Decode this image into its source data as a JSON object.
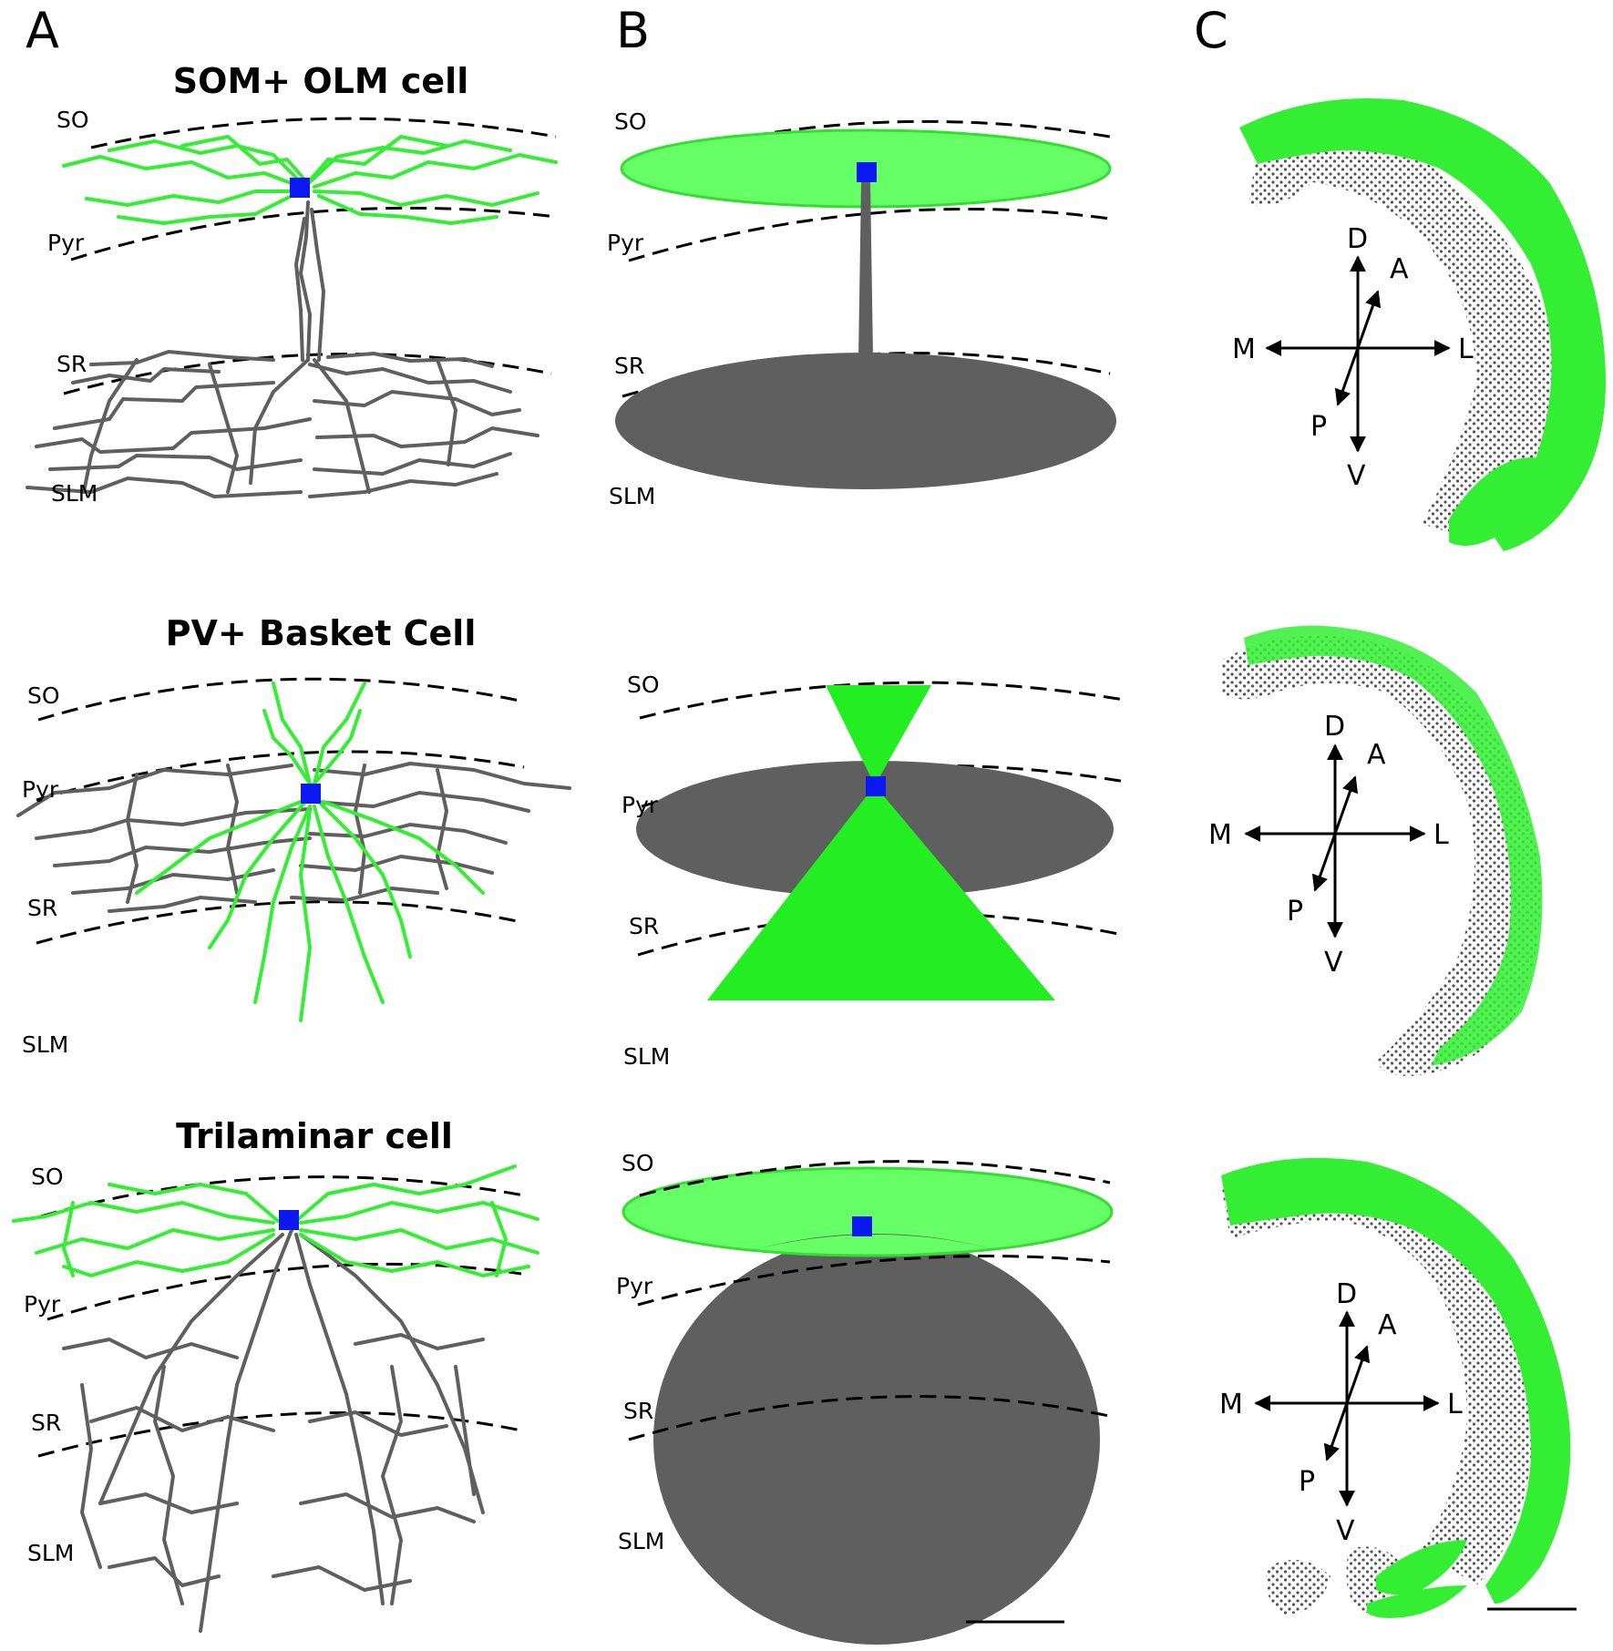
{
  "panels": {
    "a": "A",
    "b": "B",
    "c": "C"
  },
  "cell_types": [
    {
      "title": "SOM+ OLM cell"
    },
    {
      "title": "PV+ Basket Cell"
    },
    {
      "title": "Trilaminar cell"
    }
  ],
  "layers": {
    "so": "SO",
    "pyr": "Pyr",
    "sr": "SR",
    "slm": "SLM"
  },
  "axes": {
    "dorsal": "D",
    "ventral": "V",
    "medial": "M",
    "lateral": "L",
    "anterior": "A",
    "posterior": "P"
  },
  "colors": {
    "dendrite": "#33ee33",
    "axon": "#5f5f5f",
    "soma": "#0b18f0",
    "volume_light": "#66ff66",
    "volume_green": "#22ee22",
    "volume_grey": "#5f5f5f"
  }
}
